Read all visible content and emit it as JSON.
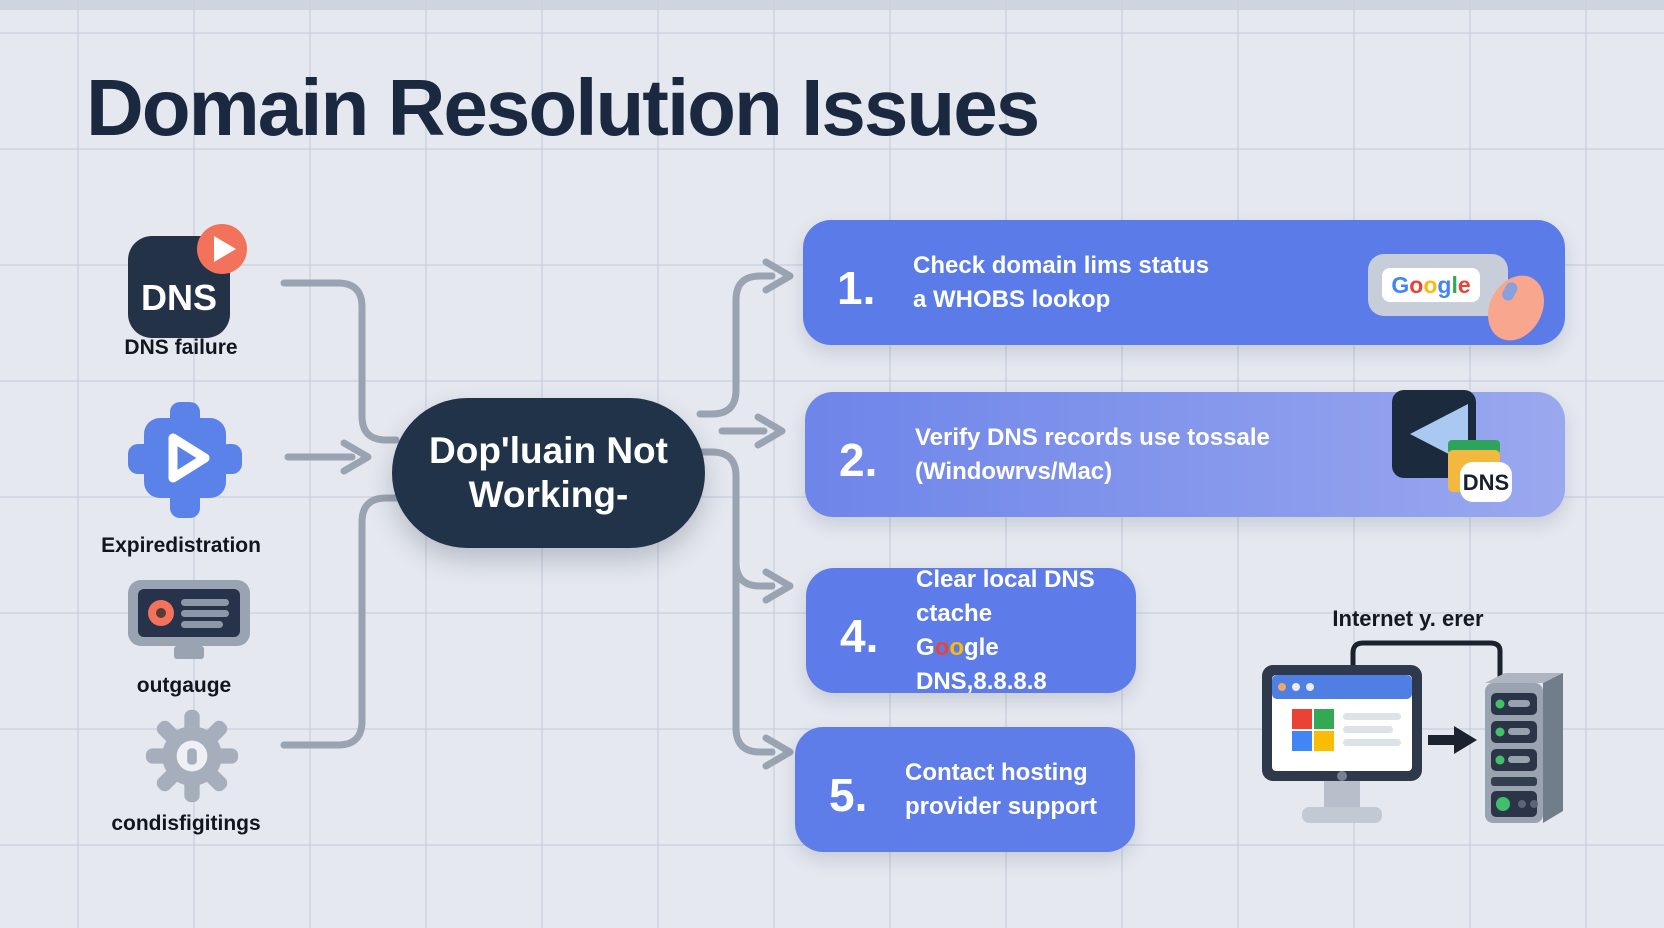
{
  "title": "Domain Resolution Issues",
  "causes": [
    {
      "label": "DNS failure",
      "icon_text": "DNS"
    },
    {
      "label": "Expiredistration"
    },
    {
      "label": "outgauge"
    },
    {
      "label": "condisfigitings"
    }
  ],
  "center_node": {
    "line1": "Dop'luain Not",
    "line2": "Working-"
  },
  "steps": [
    {
      "number": "1.",
      "line1": "Check domain lims status",
      "line2": "a WHOBS lookop"
    },
    {
      "number": "2.",
      "line1": "Verify DNS records use tossale",
      "line2": "(Windowrvs/Mac)",
      "badge": "DNS"
    },
    {
      "number": "4.",
      "line1": "Clear local DNS ctache",
      "line2_segments": [
        {
          "text": "G",
          "color": "#FFFFFF"
        },
        {
          "text": "o",
          "color": "#EA4335"
        },
        {
          "text": "o",
          "color": "#FBBC05"
        },
        {
          "text": "gle DNS,8.8.8.8",
          "color": "#FFFFFF"
        }
      ]
    },
    {
      "number": "5.",
      "line1": "Contact hosting",
      "line2": "provider support"
    }
  ],
  "google_wordmark": [
    {
      "text": "G",
      "color": "#4285F4"
    },
    {
      "text": "o",
      "color": "#EA4335"
    },
    {
      "text": "o",
      "color": "#FBBC05"
    },
    {
      "text": "g",
      "color": "#4285F4"
    },
    {
      "text": "l",
      "color": "#34A853"
    },
    {
      "text": "e",
      "color": "#EA4335"
    }
  ],
  "illustration": {
    "label": "Internet y. erer"
  },
  "colors": {
    "background": "#e5e8ef",
    "title_navy": "#1b2940",
    "pill_navy": "#203349",
    "step_blue": "#5a7be8",
    "connector_gray": "#9aa3b2",
    "coral": "#f2725c",
    "google_blue": "#4285F4",
    "google_red": "#EA4335",
    "google_yellow": "#FBBC05",
    "google_green": "#34A853",
    "server_green": "#3fbf6e"
  }
}
